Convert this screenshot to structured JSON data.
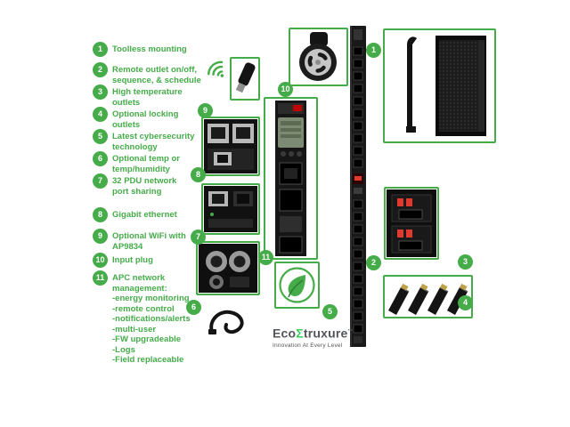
{
  "colors": {
    "brand_green": "#45ac49",
    "logo_green": "#3dcd58",
    "led_red": "#e03a2f",
    "text_gray": "#53565a",
    "product_black": "#161616"
  },
  "features": [
    {
      "num": "1",
      "label": "Toolless mounting"
    },
    {
      "num": "2",
      "label": "Remote outlet on/off,\nsequence, & schedule"
    },
    {
      "num": "3",
      "label": "High temperature\noutlets"
    },
    {
      "num": "4",
      "label": "Optional locking\noutlets"
    },
    {
      "num": "5",
      "label": "Latest cybersecurity\ntechnology"
    },
    {
      "num": "6",
      "label": "Optional temp or\ntemp/humidity"
    },
    {
      "num": "7",
      "label": "32 PDU network\nport sharing"
    },
    {
      "num": "8",
      "label": "Gigabit ethernet"
    },
    {
      "num": "9",
      "label": "Optional WiFi with\nAP9834"
    },
    {
      "num": "10",
      "label": "Input plug"
    },
    {
      "num": "11",
      "label": "APC network\nmanagement:\n-energy monitoring\n-remote control\n-notifications/alerts\n-multi-user\n-FW upgradeable\n-Logs\n-Field replaceable"
    }
  ],
  "logo": {
    "pre": "Eco",
    "sigma": "Σ",
    "post": "truxure",
    "tm": "™",
    "tagline": "Innovation At Every Level"
  }
}
